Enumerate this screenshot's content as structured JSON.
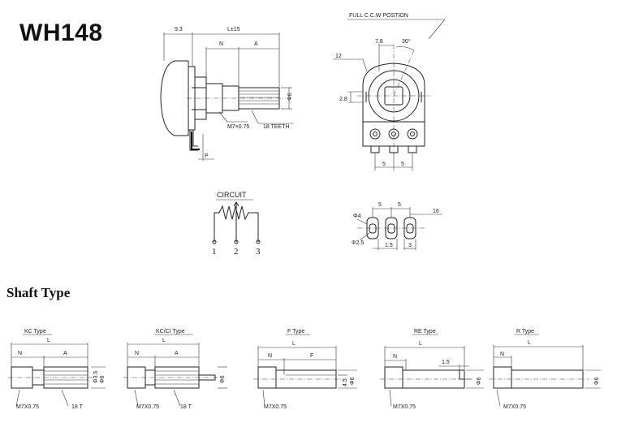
{
  "title": "WH148",
  "shaft_section_heading": "Shaft Type",
  "side_view": {
    "dim_93": "9.3",
    "dim_l15": "L±15",
    "dim_n": "N",
    "dim_a": "A",
    "dim_6": "Φ6",
    "dim_p": "P",
    "label_thread": "M7×0.75",
    "label_teeth": "18 TEETH"
  },
  "front_view": {
    "label_position": "FULL C.C.W POSTION",
    "dim_78": "7.8",
    "dim_angle": "30°",
    "dim_12": "12",
    "dim_28": "2.8",
    "dim_5a": "5",
    "dim_5b": "5"
  },
  "circuit": {
    "heading": "CIRCUIT",
    "pin1": "1",
    "pin2": "2",
    "pin3": "3"
  },
  "footprint": {
    "dim_5a": "5",
    "dim_5b": "5",
    "dim_16": "16",
    "dim_d4": "Φ4",
    "dim_d25": "Φ2.5",
    "dim_15": "1.5",
    "dim_3": "3"
  },
  "shaft_types": [
    {
      "label": "KC Type",
      "n": "N",
      "l": "L",
      "a": "A",
      "thread": "M7X0.75",
      "teeth": "18 T",
      "dia": "Φ6",
      "dia2": "Φ3.5"
    },
    {
      "label": "KC/CI Type",
      "n": "N",
      "l": "L",
      "a": "A",
      "thread": "M7X0.75",
      "teeth": "18 T",
      "dia": "Φ6"
    },
    {
      "label": "F Type",
      "n": "N",
      "l": "L",
      "f": "F",
      "thread": "M7X0.75",
      "dia": "Φ6",
      "flat": "4.5"
    },
    {
      "label": "RE Type",
      "n": "N",
      "l": "L",
      "slot": "1.5",
      "thread": "M7X0.75",
      "dia": "Φ6"
    },
    {
      "label": "R Type",
      "n": "N",
      "l": "L",
      "thread": "M7X0.75",
      "dia": "Φ6"
    }
  ]
}
